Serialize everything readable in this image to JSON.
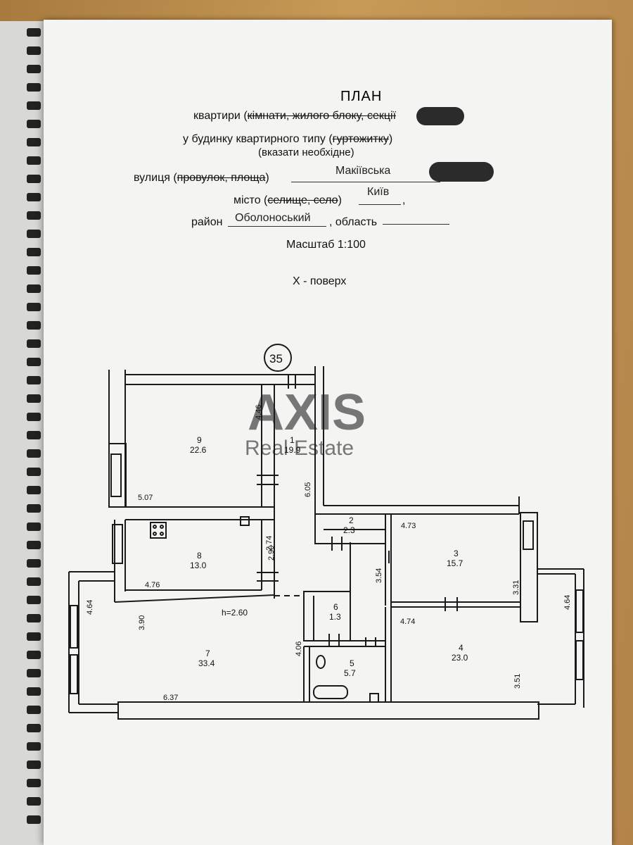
{
  "header": {
    "title": "ПЛАН",
    "line1_prefix": "квартири (",
    "line1_struck": "кімнати, жилого блоку, секції",
    "line2_prefix": "у будинку квартирного типу (",
    "line2_struck": "гуртожитку",
    "line2_suffix": ")",
    "line3": "(вказати необхідне)",
    "street_label_prefix": "вулиця (",
    "street_label_struck": "провулок, площа",
    "street_label_suffix": ")",
    "street_value": "Макіївська",
    "city_label_prefix": "місто (",
    "city_label_struck": "селище, село",
    "city_label_suffix": ")",
    "city_value": "Київ",
    "city_comma": ",",
    "district_label": "район",
    "district_value": "Оболоноський",
    "region_label": ", область",
    "scale": "Масштаб 1:100",
    "floor": "X - поверх"
  },
  "plan": {
    "building_number": "35",
    "height_note": "h=2.60",
    "rooms": [
      {
        "num": "9",
        "area": "22.6"
      },
      {
        "num": "1",
        "area": "19.9"
      },
      {
        "num": "8",
        "area": "13.0"
      },
      {
        "num": "2",
        "area": "2.3"
      },
      {
        "num": "3",
        "area": "15.7"
      },
      {
        "num": "6",
        "area": "1.3"
      },
      {
        "num": "7",
        "area": "33.4"
      },
      {
        "num": "5",
        "area": "5.7"
      },
      {
        "num": "4",
        "area": "23.0"
      }
    ],
    "dimensions": [
      "4.46",
      "5.07",
      "6.05",
      "2.74",
      "2.90",
      "4.76",
      "4.73",
      "3.54",
      "3.31",
      "4.64",
      "3.90",
      "4.74",
      "4.64",
      "4.06",
      "3.51",
      "6.37"
    ]
  },
  "watermark": {
    "line1": "AXIS",
    "line2": "Real Estate"
  }
}
